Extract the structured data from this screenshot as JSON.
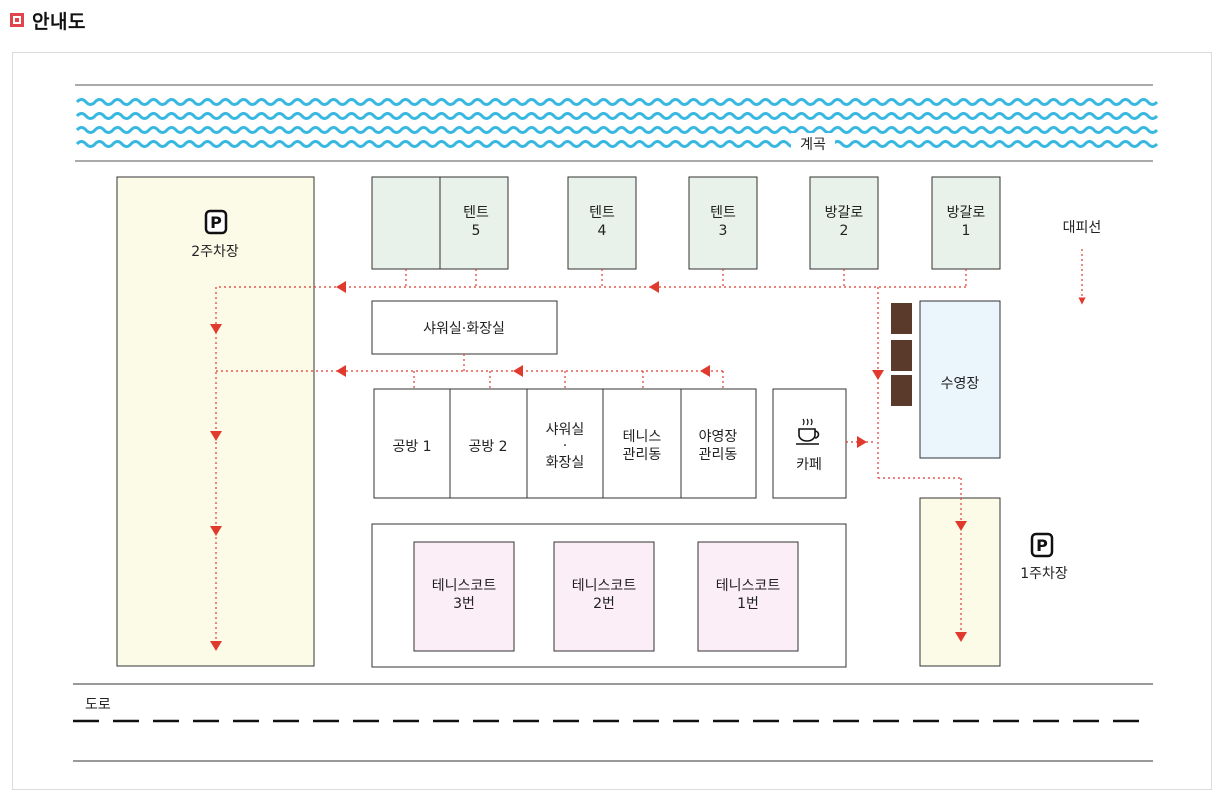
{
  "header": {
    "title": "안내도"
  },
  "map": {
    "stream": "계곡",
    "road": "도로",
    "evacuation": "대피선",
    "parking2": "2주차장",
    "parking1": "1주차장",
    "parking_icon": "P",
    "tents": [
      {
        "line1": "텐트",
        "line2": "5"
      },
      {
        "line1": "텐트",
        "line2": "4"
      },
      {
        "line1": "텐트",
        "line2": "3"
      },
      {
        "line1": "방갈로",
        "line2": "2"
      },
      {
        "line1": "방갈로",
        "line2": "1"
      }
    ],
    "shower_top": "샤워실·화장실",
    "facilities": [
      {
        "lines": [
          "공방 1"
        ]
      },
      {
        "lines": [
          "공방 2"
        ]
      },
      {
        "lines": [
          "샤워실",
          "·",
          "화장실"
        ]
      },
      {
        "lines": [
          "테니스",
          "관리동"
        ]
      },
      {
        "lines": [
          "야영장",
          "관리동"
        ]
      }
    ],
    "cafe": "카페",
    "cafe_icon": "coffee-cup-icon",
    "pool": "수영장",
    "courts": [
      {
        "line1": "테니스코트",
        "line2": "3번"
      },
      {
        "line1": "테니스코트",
        "line2": "2번"
      },
      {
        "line1": "테니스코트",
        "line2": "1번"
      }
    ],
    "colors": {
      "water": "#38b8e0",
      "route": "#e03a2e",
      "parking_fill": "#fcfbe8",
      "tent_fill": "#e8f2ea",
      "court_fill": "#fbeef6",
      "pool_fill": "#eaf5fc",
      "wood": "#5a3a2a"
    }
  }
}
